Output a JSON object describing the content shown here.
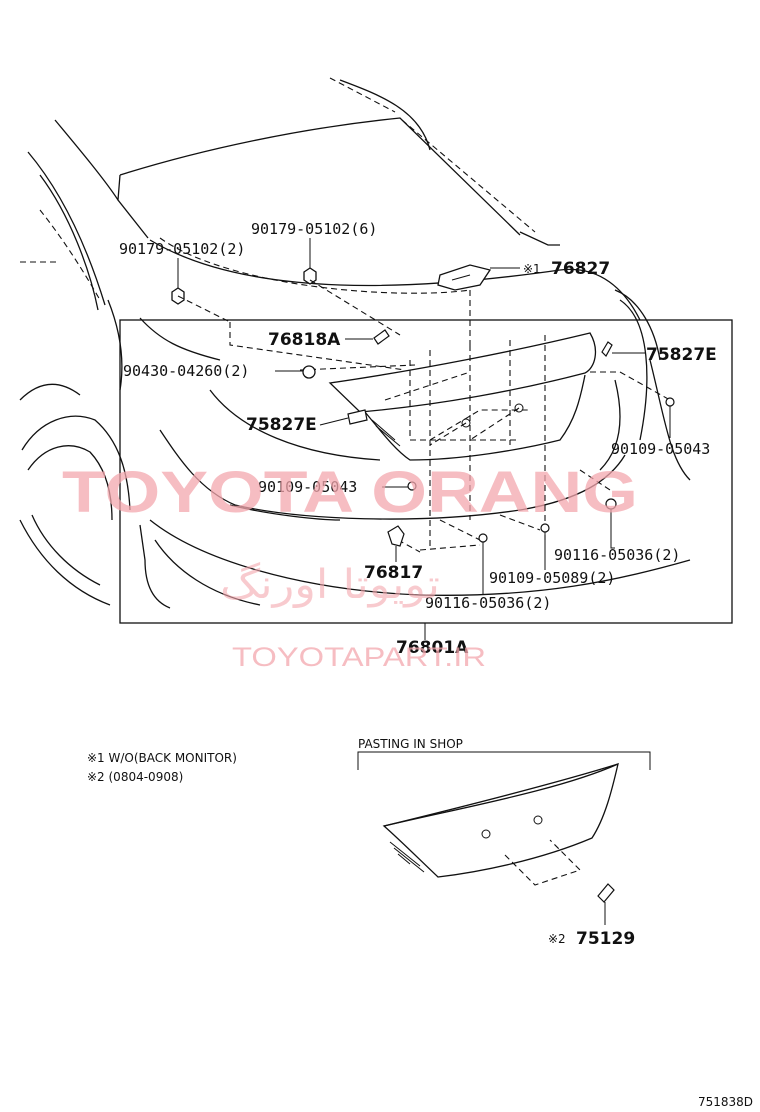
{
  "labels": {
    "p1": "90179-05102(2)",
    "p2": "90179-05102(6)",
    "p3": "76827",
    "p3_mark": "※1",
    "p4": "76818A",
    "p5": "75827E",
    "p6": "90430-04260(2)",
    "p7": "75827E",
    "p8": "90109-05043",
    "p9": "90109-05043",
    "p10": "90116-05036(2)",
    "p11": "76817",
    "p12": "90109-05089(2)",
    "p13": "90116-05036(2)",
    "p14": "76801A",
    "p15": "75129",
    "p15_mark": "※2"
  },
  "notes": {
    "n1": "※1 W/O(BACK MONITOR)",
    "n2": "※2 (0804-0908)",
    "pasting": "PASTING IN SHOP"
  },
  "watermark": {
    "brand": "TOYOTA ORANG",
    "persian": "تویوتا اورنگ",
    "url": "TOYOTAPART.IR",
    "color": "#f4a7ae"
  },
  "figure_id": "751838D"
}
